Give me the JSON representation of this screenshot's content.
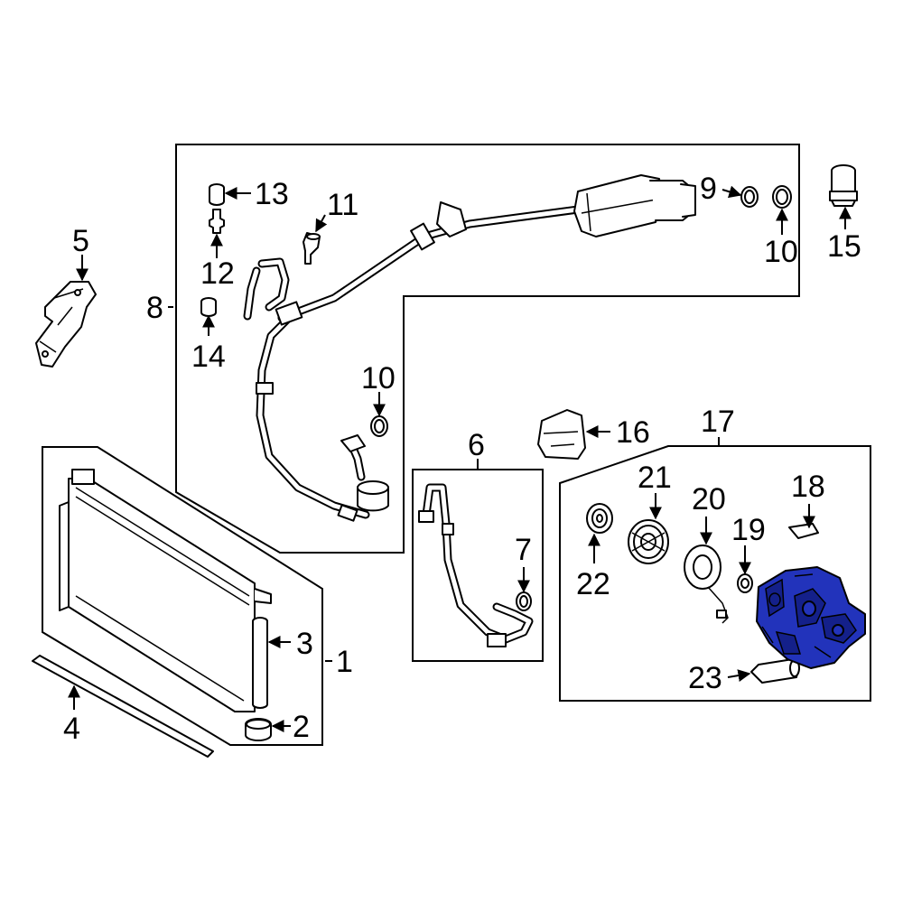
{
  "highlight_color": "#2233bb",
  "callouts": {
    "c1": "1",
    "c2": "2",
    "c3": "3",
    "c4": "4",
    "c5": "5",
    "c6": "6",
    "c7": "7",
    "c8": "8",
    "c9": "9",
    "c10a": "10",
    "c10b": "10",
    "c11": "11",
    "c12": "12",
    "c13": "13",
    "c14": "14",
    "c15": "15",
    "c16": "16",
    "c17": "17",
    "c18": "18",
    "c19": "19",
    "c20": "20",
    "c21": "21",
    "c22": "22",
    "c23": "23"
  },
  "highlighted_part": "17"
}
